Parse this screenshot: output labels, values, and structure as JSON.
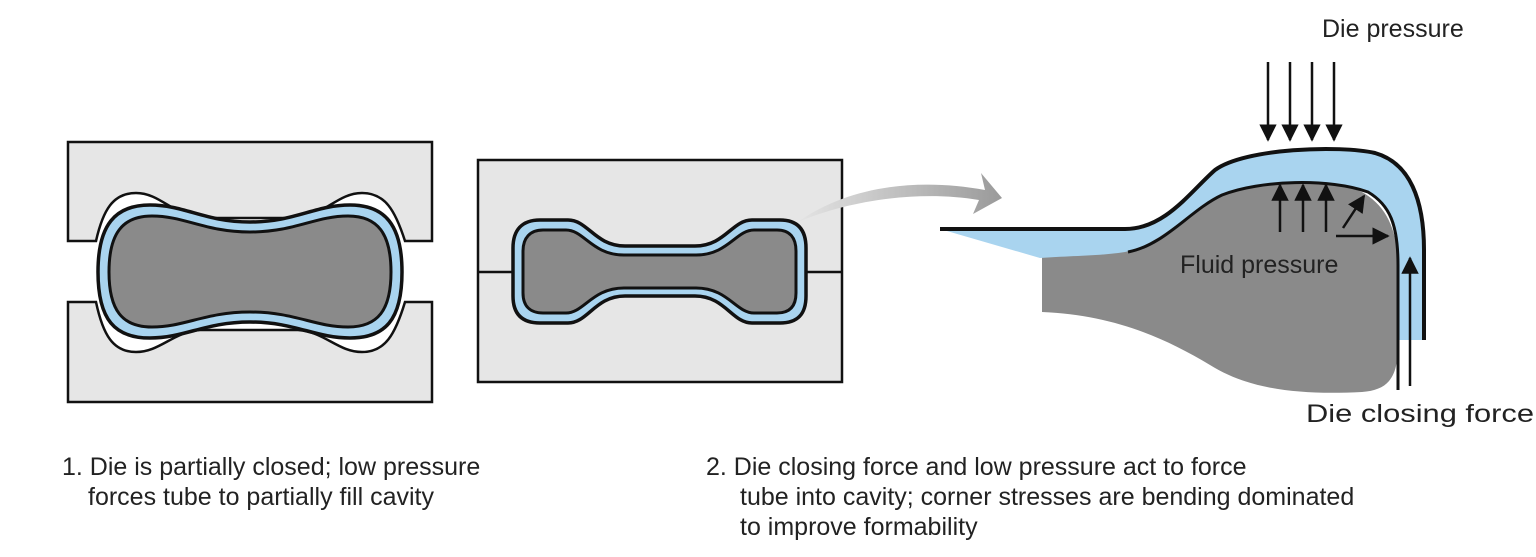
{
  "labels": {
    "die_pressure": "Die pressure",
    "fluid_pressure": "Fluid pressure",
    "die_closing_force": "Die closing force"
  },
  "captions": {
    "step1": {
      "line1": "1. Die is partially closed; low pressure",
      "line2": "forces tube to partially fill cavity"
    },
    "step2": {
      "line1": "2. Die closing force and low pressure act to force",
      "line2": "tube into cavity; corner stresses are bending dominated",
      "line3": "to improve formability"
    }
  },
  "colors": {
    "die_fill": "#e6e6e6",
    "tube_fill": "#a9d4ef",
    "core_fill": "#8a8a8a",
    "outline": "#111111",
    "arrow_gray": "#b5b5b5"
  }
}
